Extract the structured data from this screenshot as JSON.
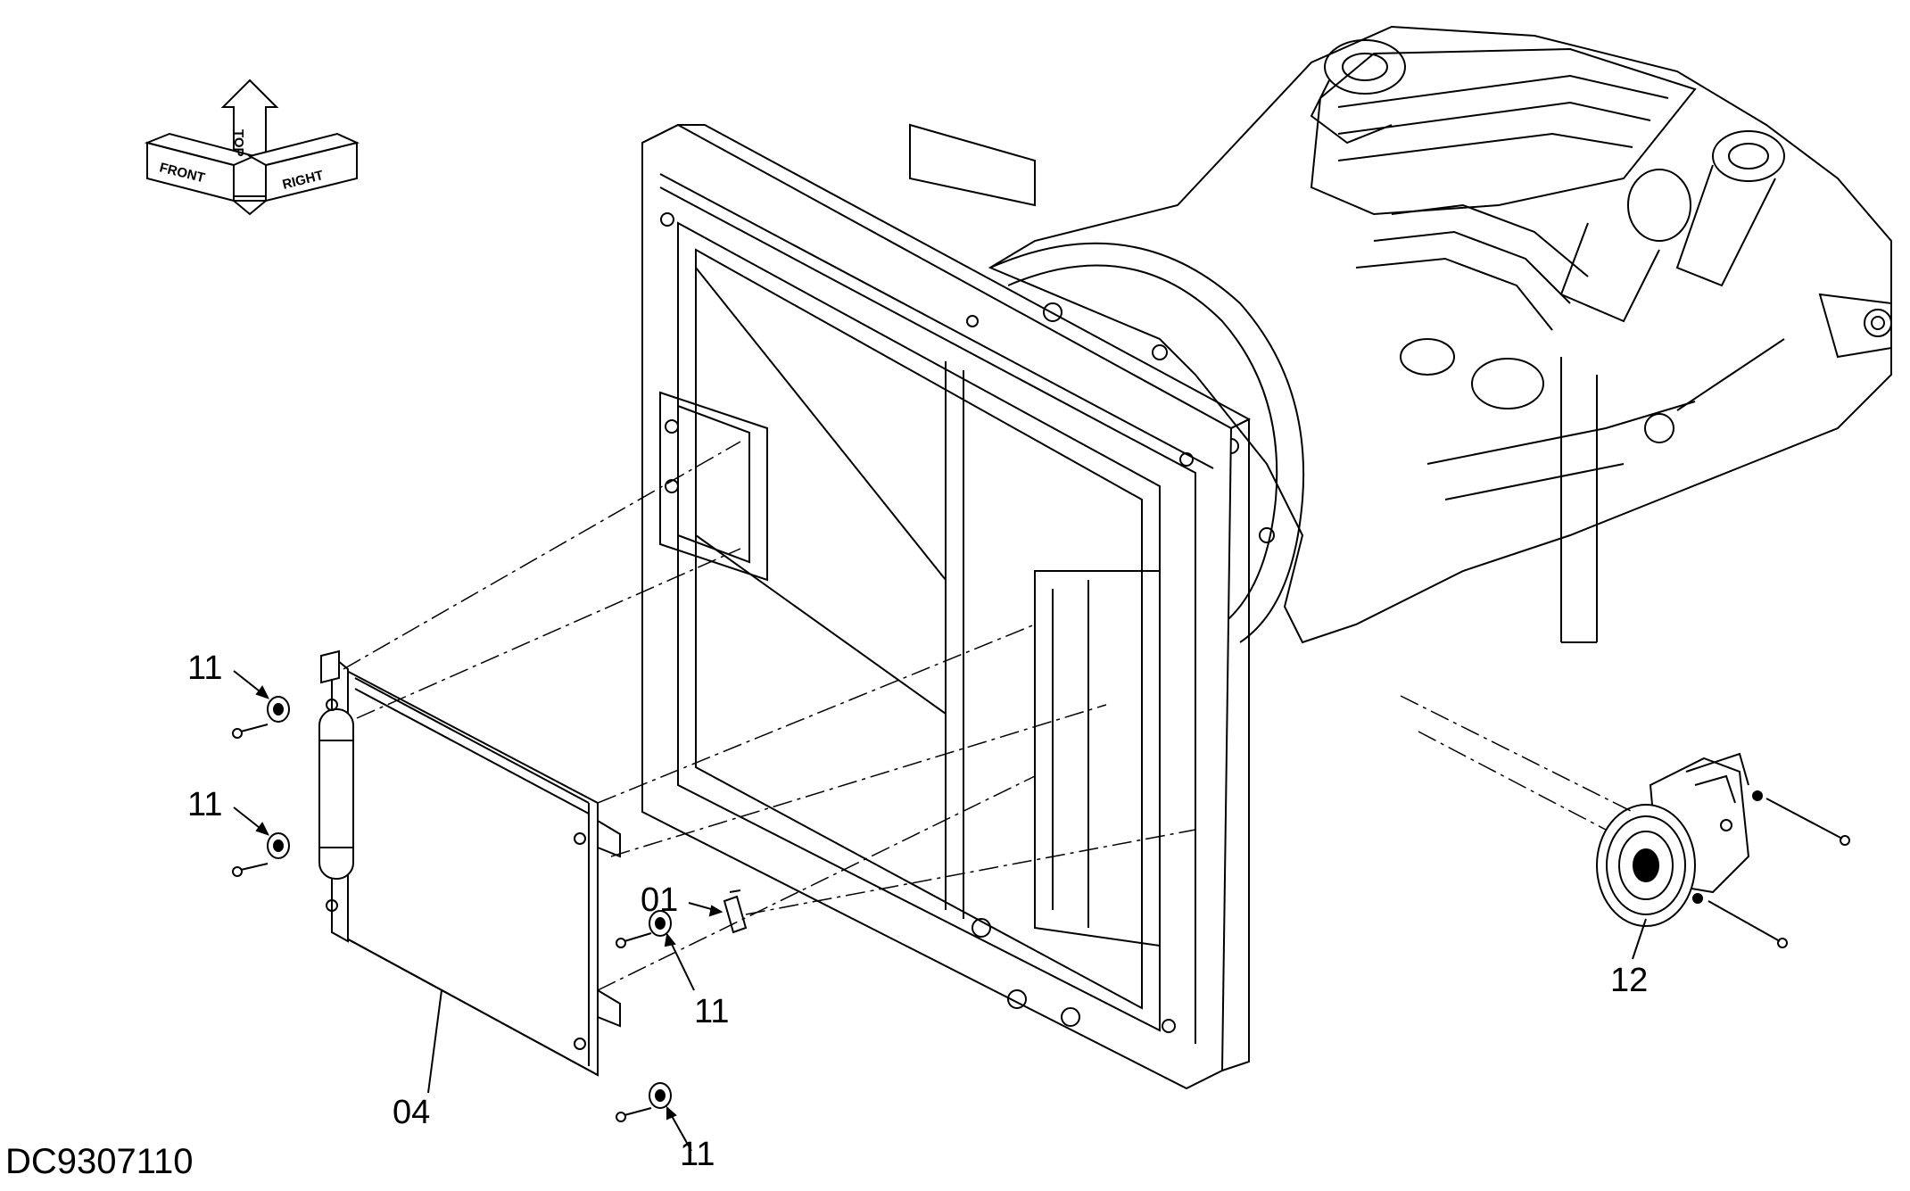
{
  "orientation": {
    "top": "TOP",
    "front": "FRONT",
    "right": "RIGHT"
  },
  "callouts": [
    {
      "id": "11",
      "part": "cushion"
    },
    {
      "id": "11",
      "part": "cushion"
    },
    {
      "id": "01",
      "part": "bracket"
    },
    {
      "id": "11",
      "part": "cushion"
    },
    {
      "id": "04",
      "part": "condenser"
    },
    {
      "id": "11",
      "part": "cushion"
    },
    {
      "id": "12",
      "part": "compressor"
    }
  ],
  "drawing_number": "DC9307110",
  "icons": [
    "orientation-arrows-icon",
    "engine-icon",
    "radiator-frame-icon",
    "condenser-icon",
    "compressor-icon",
    "bolt-icon",
    "cushion-icon",
    "bracket-icon"
  ]
}
